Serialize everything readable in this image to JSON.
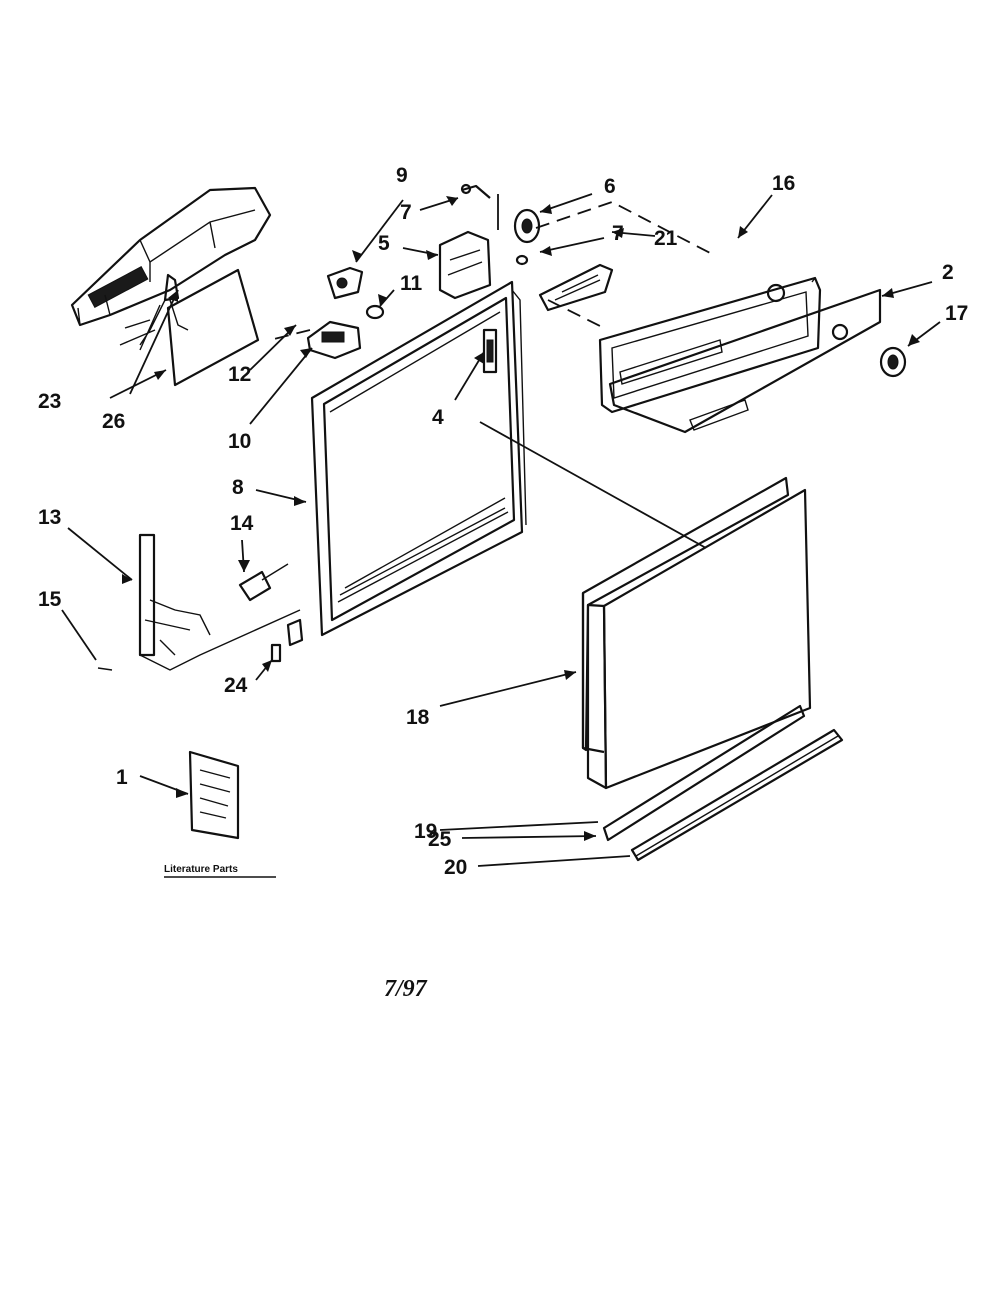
{
  "callouts": {
    "c1": "1",
    "c2": "2",
    "c4": "4",
    "c5": "5",
    "c6": "6",
    "c7a": "7",
    "c7b": "7",
    "c8": "8",
    "c9": "9",
    "c10": "10",
    "c11": "11",
    "c12": "12",
    "c13": "13",
    "c14": "14",
    "c15": "15",
    "c16": "16",
    "c17": "17",
    "c18": "18",
    "c19": "19",
    "c20": "20",
    "c21": "21",
    "c23": "23",
    "c24": "24",
    "c25": "25",
    "c26": "26"
  },
  "literature_caption": "Literature Parts",
  "date_code": "7/97"
}
